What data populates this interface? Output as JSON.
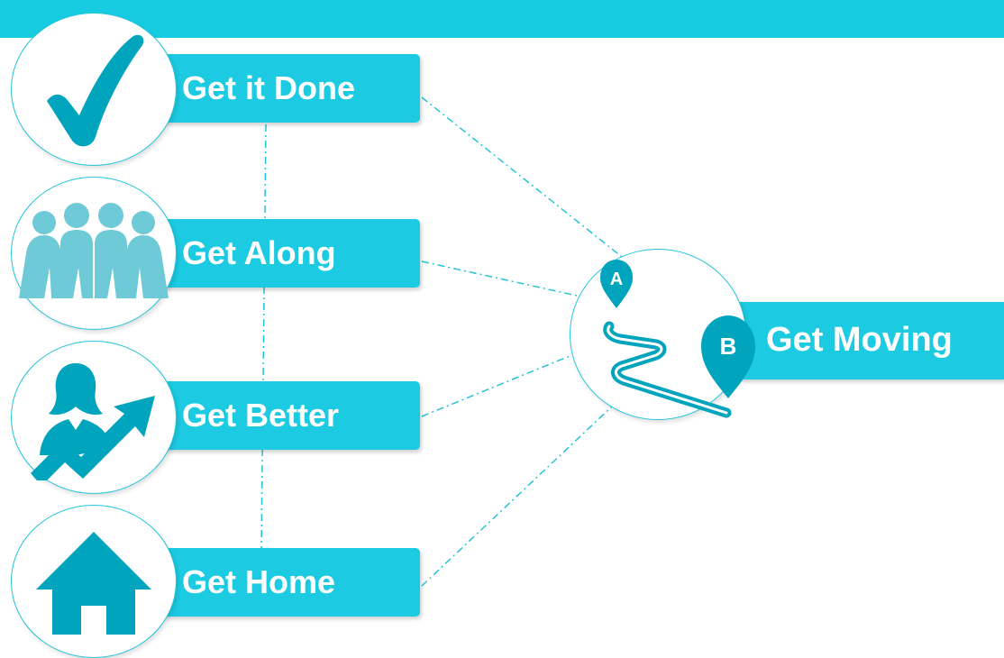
{
  "items": [
    {
      "label": "Get it Done",
      "icon": "checkmark-icon"
    },
    {
      "label": "Get Along",
      "icon": "group-of-people-icon"
    },
    {
      "label": "Get Better",
      "icon": "person-growth-arrow-icon"
    },
    {
      "label": "Get Home",
      "icon": "house-icon"
    }
  ],
  "hub": {
    "label": "Get Moving",
    "icon": "route-a-to-b-icon",
    "pin_a": "A",
    "pin_b": "B"
  },
  "colors": {
    "accent": "#1ccbe2",
    "icon": "#00a4bd",
    "icon_light": "#6fcad8",
    "line": "#25c3d8"
  }
}
